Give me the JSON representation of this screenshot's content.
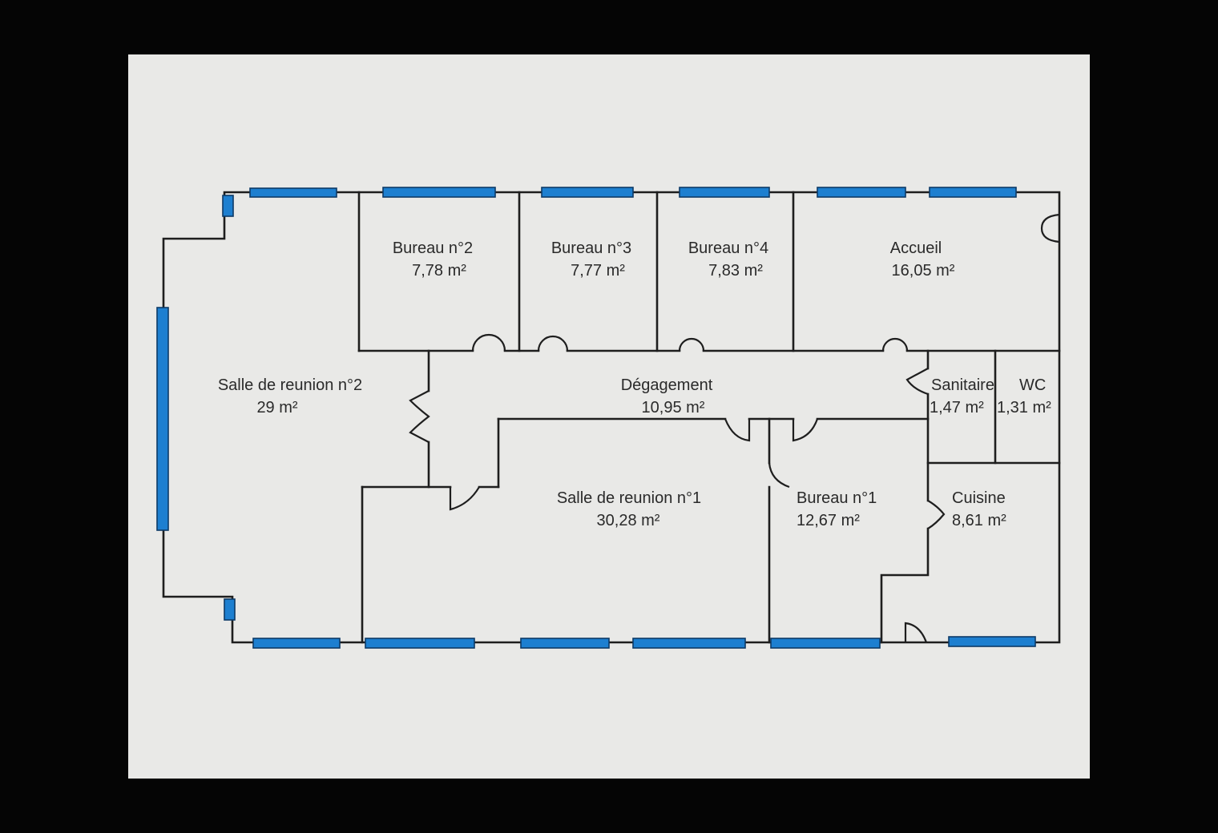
{
  "colors": {
    "background": "#050505",
    "screen": "#e9e9e7",
    "wall": "#1e1e1e",
    "window": "#1d7fd0"
  },
  "rooms": {
    "bureau2": {
      "name": "Bureau n°2",
      "area": "7,78  m²"
    },
    "bureau3": {
      "name": "Bureau n°3",
      "area": "7,77  m²"
    },
    "bureau4": {
      "name": "Bureau n°4",
      "area": "7,83  m²"
    },
    "accueil": {
      "name": "Accueil",
      "area": "16,05  m²"
    },
    "salle2": {
      "name": "Salle de reunion n°2",
      "area": "29  m²"
    },
    "degagement": {
      "name": "Dégagement",
      "area": "10,95  m²"
    },
    "sanitaire": {
      "name": "Sanitaire",
      "area": "1,47  m²"
    },
    "wc": {
      "name": "WC",
      "area": "1,31  m²"
    },
    "salle1": {
      "name": "Salle de reunion n°1",
      "area": "30,28  m²"
    },
    "bureau1": {
      "name": "Bureau n°1",
      "area": "12,67  m²"
    },
    "cuisine": {
      "name": "Cuisine",
      "area": "8,61  m²"
    }
  }
}
